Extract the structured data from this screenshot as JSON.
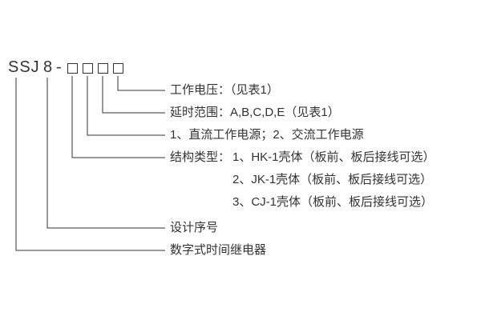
{
  "model": {
    "series": "SSJ",
    "design_no": "8",
    "separator": "-"
  },
  "callouts": {
    "working_voltage": "工作电压：（见表1）",
    "delay_range": "延时范围：A,B,C,D,E（见表1）",
    "power_source": "1、直流工作电源；2、交流工作电源",
    "structure_type_label": "结构类型：",
    "structure_type_options": [
      "1、HK-1壳体（板前、板后接线可选）",
      "2、JK-1壳体（板前、板后接线可选）",
      "3、CJ-1壳体（板前、板后接线可选）"
    ],
    "design_serial": "设计序号",
    "product_name": "数字式时间继电器"
  }
}
